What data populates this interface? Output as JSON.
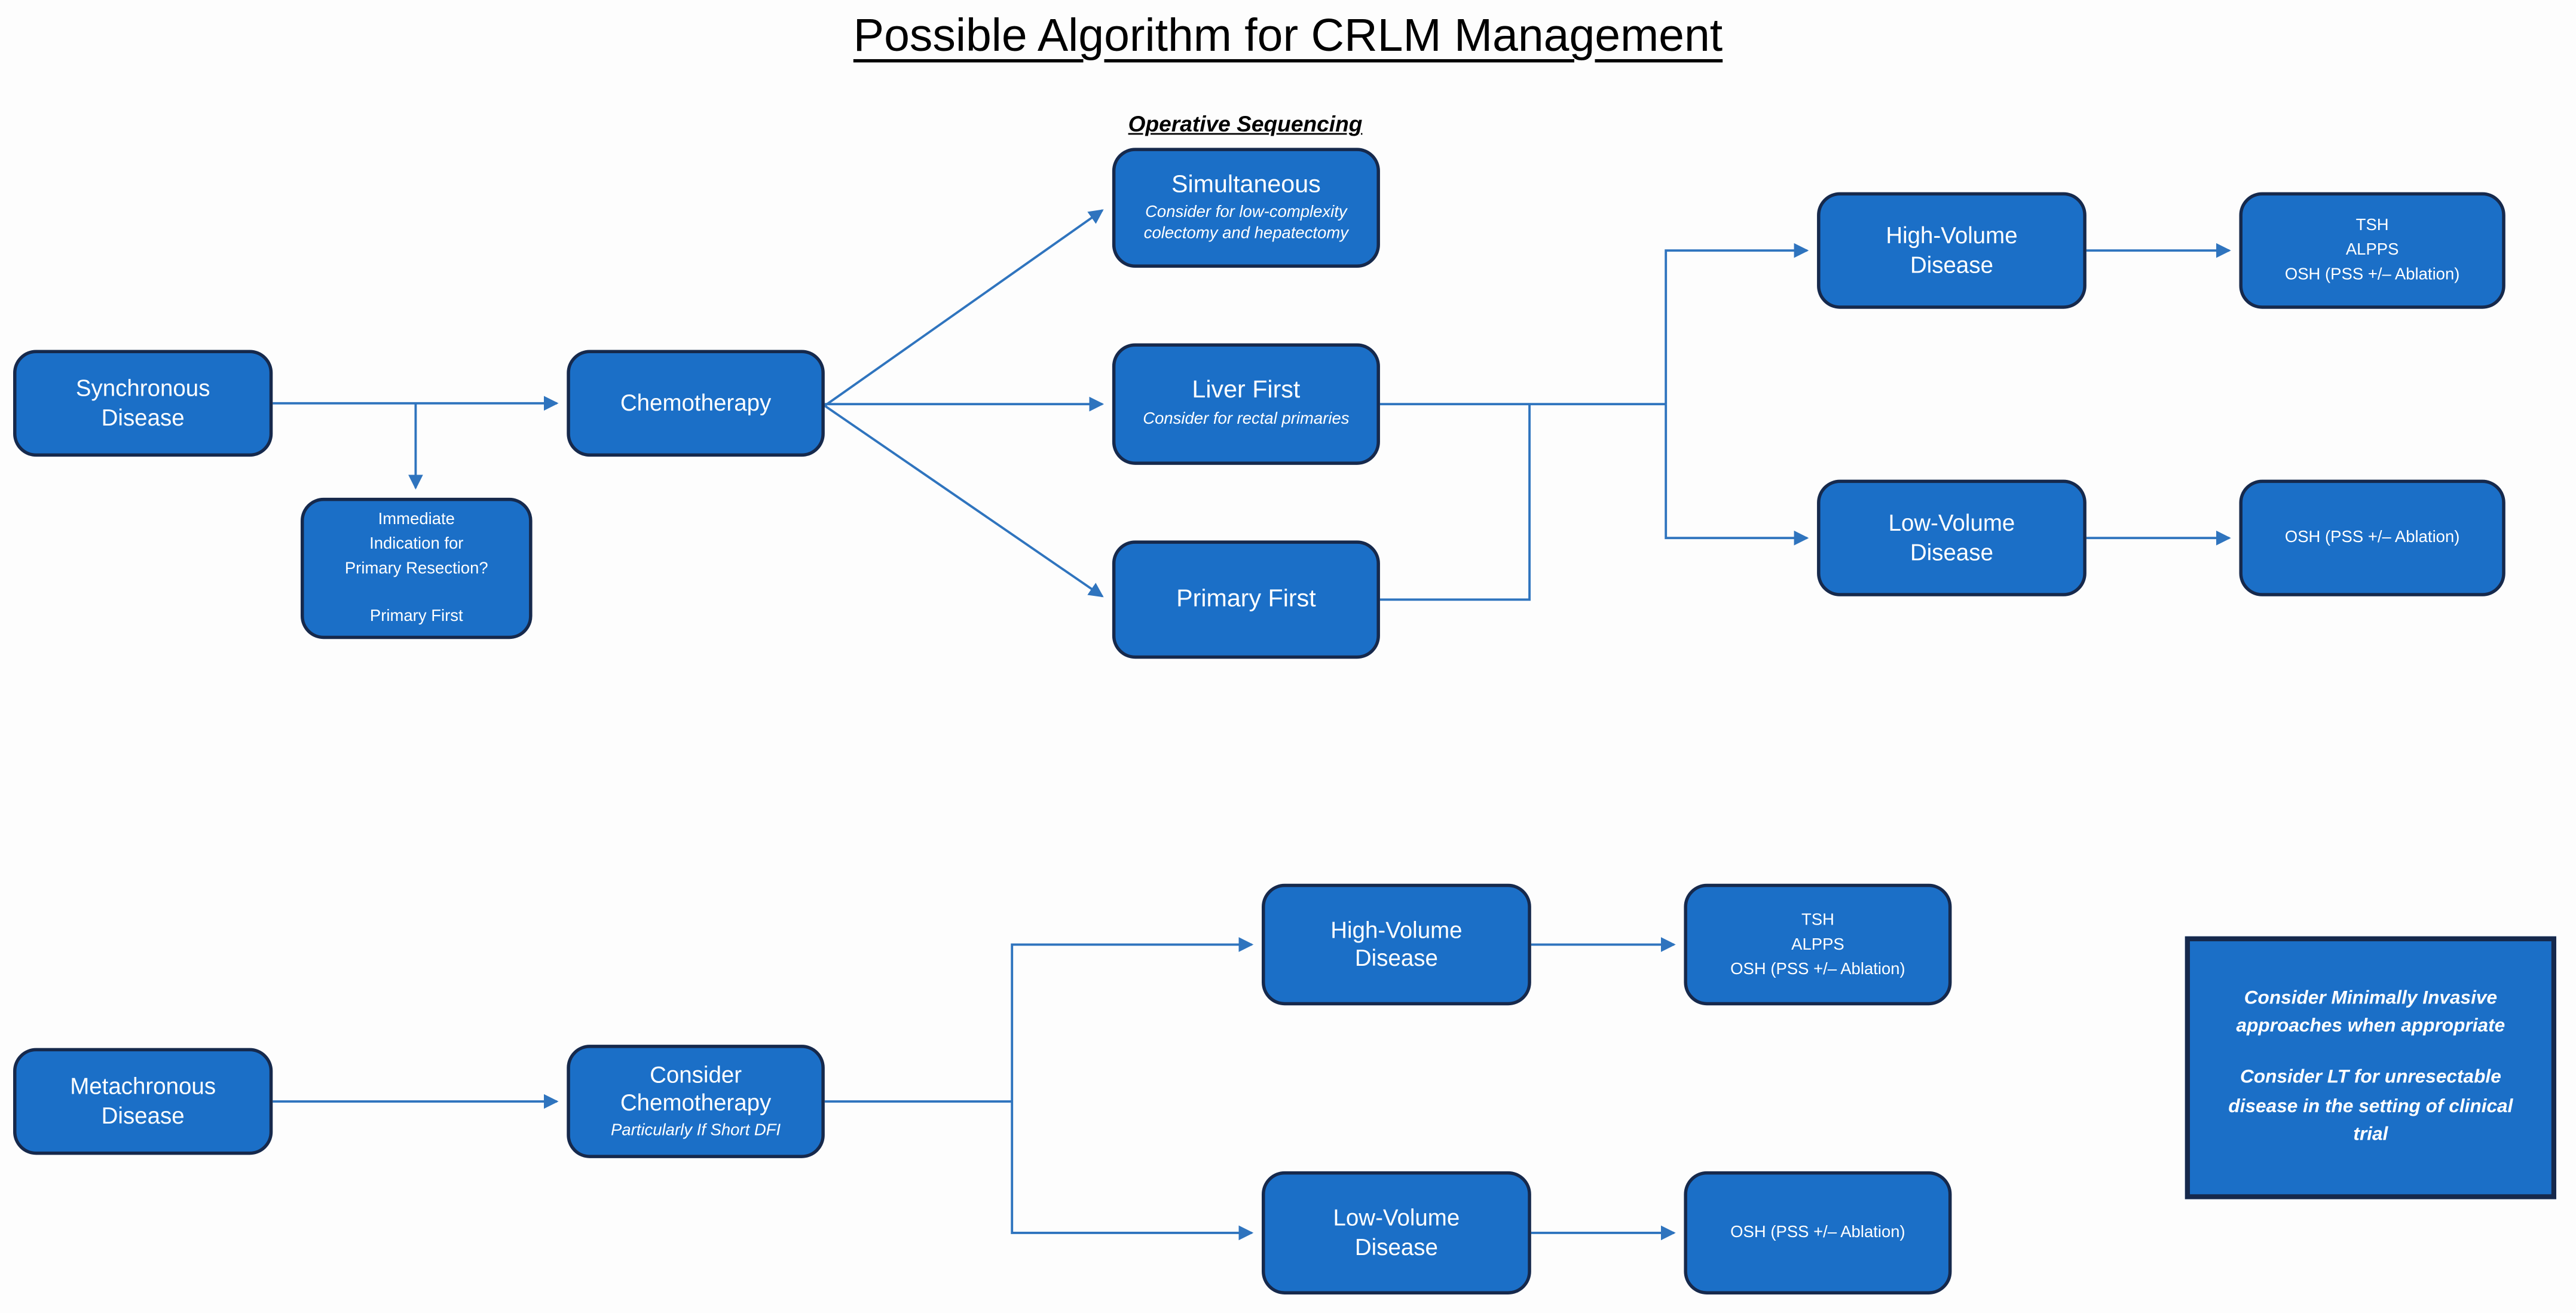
{
  "title": "Possible Algorithm for CRLM Management",
  "section_label": "Operative Sequencing",
  "colors": {
    "background": "#FDFDFD",
    "box_fill": "#1B6FC7",
    "box_border": "#16294C",
    "connector": "#2F74BE",
    "title_text": "#000000",
    "box_text": "#FFFFFF"
  },
  "nodes": {
    "synchronous": {
      "title": "Synchronous Disease"
    },
    "chemotherapy": {
      "title": "Chemotherapy"
    },
    "immediate_indication": {
      "lines": [
        "Immediate",
        "Indication for",
        "Primary Resection?"
      ],
      "answer": "Primary First"
    },
    "simultaneous": {
      "title": "Simultaneous",
      "subtitle": "Consider for low-complexity colectomy and hepatectomy"
    },
    "liver_first": {
      "title": "Liver First",
      "subtitle": "Consider for rectal primaries"
    },
    "primary_first": {
      "title": "Primary First"
    },
    "high_volume_top": {
      "title": "High-Volume Disease"
    },
    "tsh_top": {
      "lines": [
        "TSH",
        "ALPPS",
        "OSH (PSS +/– Ablation)"
      ]
    },
    "low_volume_top": {
      "title": "Low-Volume Disease"
    },
    "osh_top": {
      "title": "OSH (PSS +/– Ablation)"
    },
    "metachronous": {
      "title": "Metachronous Disease"
    },
    "consider_chemotherapy": {
      "title": "Consider Chemotherapy",
      "subtitle": "Particularly If Short DFI"
    },
    "high_volume_bottom": {
      "title": "High-Volume Disease"
    },
    "tsh_bottom": {
      "lines": [
        "TSH",
        "ALPPS",
        "OSH (PSS +/– Ablation)"
      ]
    },
    "low_volume_bottom": {
      "title": "Low-Volume Disease"
    },
    "osh_bottom": {
      "title": "OSH (PSS +/– Ablation)"
    },
    "note": {
      "lines": [
        "Consider Minimally Invasive approaches when appropriate",
        "Consider LT for unresectable disease in the setting of clinical trial"
      ]
    }
  }
}
